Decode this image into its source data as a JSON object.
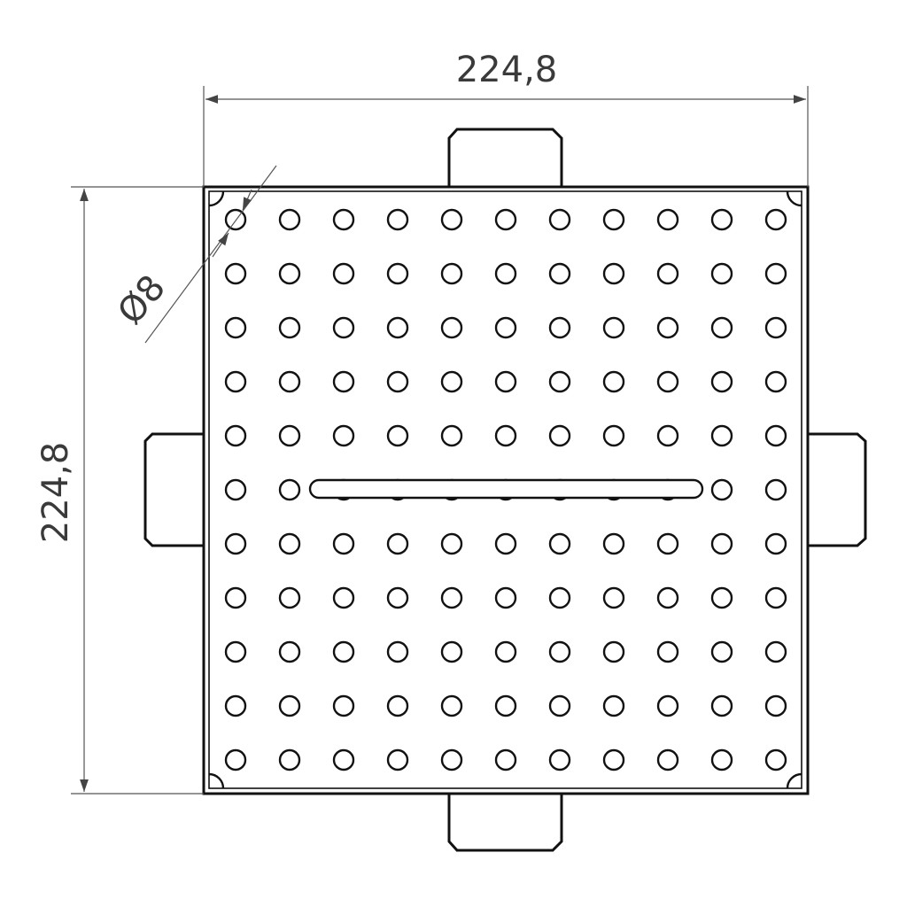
{
  "dimensions": {
    "width_label": "224,8",
    "height_label": "224,8",
    "hole_diameter_label": "Ø8"
  },
  "hole_grid": {
    "columns": 11,
    "rows": 11
  },
  "colors": {
    "line": "#111111",
    "dimension_line": "#555555",
    "text": "#3a3a3a",
    "background": "#ffffff"
  }
}
